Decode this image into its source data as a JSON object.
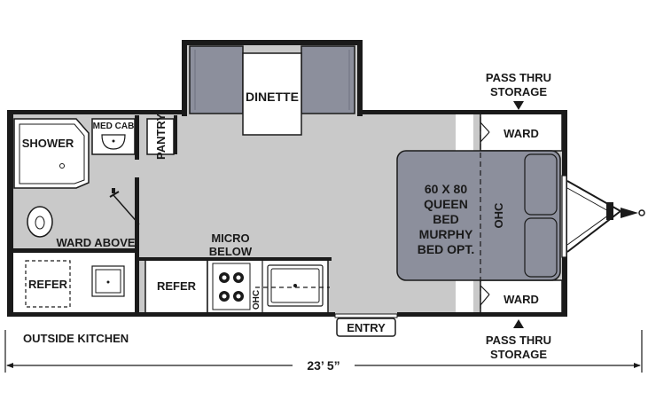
{
  "labels": {
    "dinette": "DINETTE",
    "shower": "SHOWER",
    "med_cab": "MED CAB",
    "pantry": "PANTRY",
    "ward_above": "WARD ABOVE",
    "refer_outside": "REFER",
    "refer_inside": "REFER",
    "micro_line1": "MICRO",
    "micro_line2": "BELOW",
    "ohc_kitchen": "OHC",
    "entry": "ENTRY",
    "ward_top": "WARD",
    "ward_bottom": "WARD",
    "ohc_bed": "OHC",
    "bed_line1": "60 X 80",
    "bed_line2": "QUEEN",
    "bed_line3": "BED",
    "bed_line4": "MURPHY",
    "bed_line5": "BED OPT.",
    "pass_thru_top_line1": "PASS THRU",
    "pass_thru_top_line2": "STORAGE",
    "pass_thru_bottom_line1": "PASS THRU",
    "pass_thru_bottom_line2": "STORAGE",
    "outside_kitchen": "OUTSIDE KITCHEN",
    "length": "23’ 5”"
  },
  "colors": {
    "wall": "#1a1a1a",
    "floor": "#c9c9c9",
    "bath_floor": "#c9c9c9",
    "bed": "#8c8f9c",
    "dinette_seat": "#8c8f9c",
    "counter": "#ffffff"
  }
}
